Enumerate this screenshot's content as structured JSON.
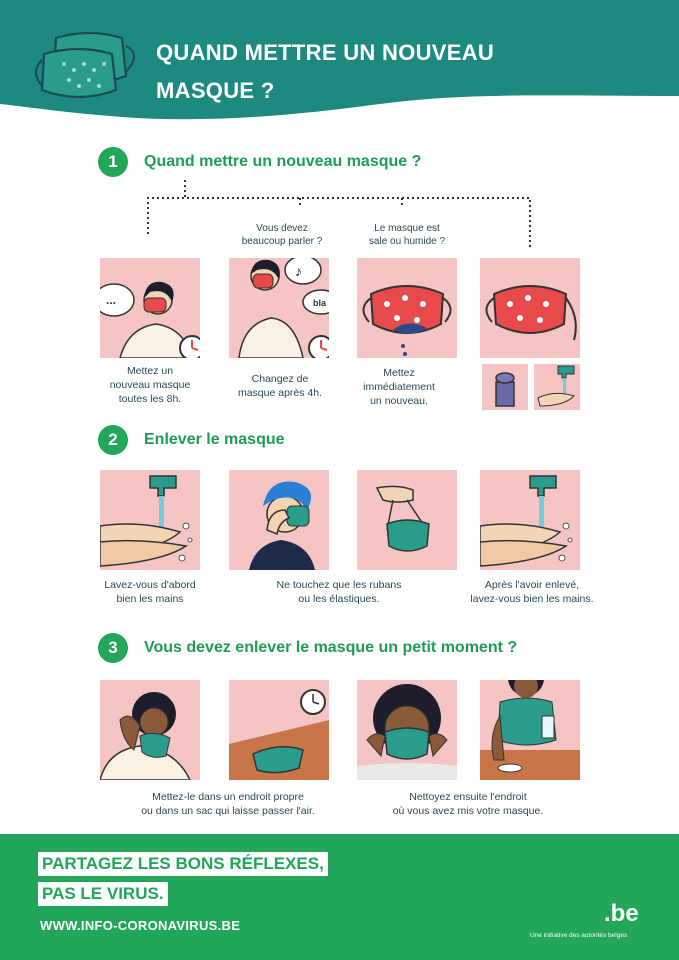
{
  "header": {
    "title_line1": "QUAND METTRE UN NOUVEAU",
    "title_line2": "MASQUE ?",
    "icon": "mask-icon",
    "color": "#1e8a7f"
  },
  "section1": {
    "number": "1",
    "title": "Quand mettre un nouveau masque ?",
    "note_talk": [
      "Vous devez",
      "beaucoup parler ?"
    ],
    "note_dirty": [
      "Le masque est",
      "sale ou humide ?"
    ],
    "bubble_dots": "...",
    "bubble_bla": "bla",
    "captions": [
      [
        "Mettez un",
        "nouveau masque",
        "toutes les 8h."
      ],
      [
        "Changez de",
        "masque après 4h."
      ],
      [
        "Mettez",
        "immédiatement",
        "un nouveau."
      ]
    ]
  },
  "section2": {
    "number": "2",
    "title": "Enlever le masque",
    "captions": [
      [
        "Lavez-vous d'abord",
        "bien les mains"
      ],
      [
        "Ne touchez que les rubans",
        "ou les élastiques."
      ],
      [
        "Après l'avoir enlevé,",
        "lavez-vous bien les mains."
      ]
    ]
  },
  "section3": {
    "number": "3",
    "title": "Vous devez enlever le masque un petit moment ?",
    "captions": [
      [
        "Mettez-le dans un endroit propre",
        "ou dans un sac qui laisse passer l'air."
      ],
      [
        "Nettoyez ensuite l'endroit",
        "où vous avez mis votre masque."
      ]
    ]
  },
  "footer": {
    "slogan_line1": "PARTAGEZ LES BONS RÉFLEXES,",
    "slogan_line2": "PAS LE VIRUS.",
    "url": "WWW.INFO-CORONAVIRUS.BE",
    "logo": ".be",
    "tagline": "Une initiative des autorités belges",
    "color": "#21a65a"
  }
}
